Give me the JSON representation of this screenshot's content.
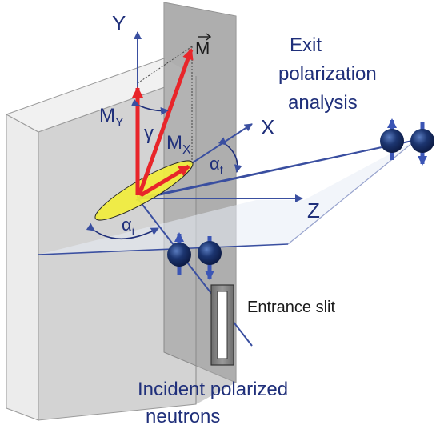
{
  "labels": {
    "axis_y": "Y",
    "axis_x": "X",
    "axis_z": "Z",
    "vector_m": "M",
    "component_my_main": "M",
    "component_my_sub": "Y",
    "component_mx_main": "M",
    "component_mx_sub": "X",
    "angle_gamma": "γ",
    "angle_alpha_i_main": "α",
    "angle_alpha_i_sub": "i",
    "angle_alpha_f_main": "α",
    "angle_alpha_f_sub": "f",
    "exit_line1": "Exit",
    "exit_line2": "polarization",
    "exit_line3": "analysis",
    "entrance_slit": "Entrance slit",
    "incident_line1": "Incident polarized",
    "incident_line2": "neutrons"
  },
  "colors": {
    "axis_blue": "#3a4fa0",
    "text_blue": "#1f2f7a",
    "vector_red": "#e8252a",
    "ellipse_yellow": "#f2ee3c",
    "slab_gray": "#b9b9b9",
    "neutron_sphere": "#1c3570",
    "spin_arrow": "#3b55b5"
  }
}
